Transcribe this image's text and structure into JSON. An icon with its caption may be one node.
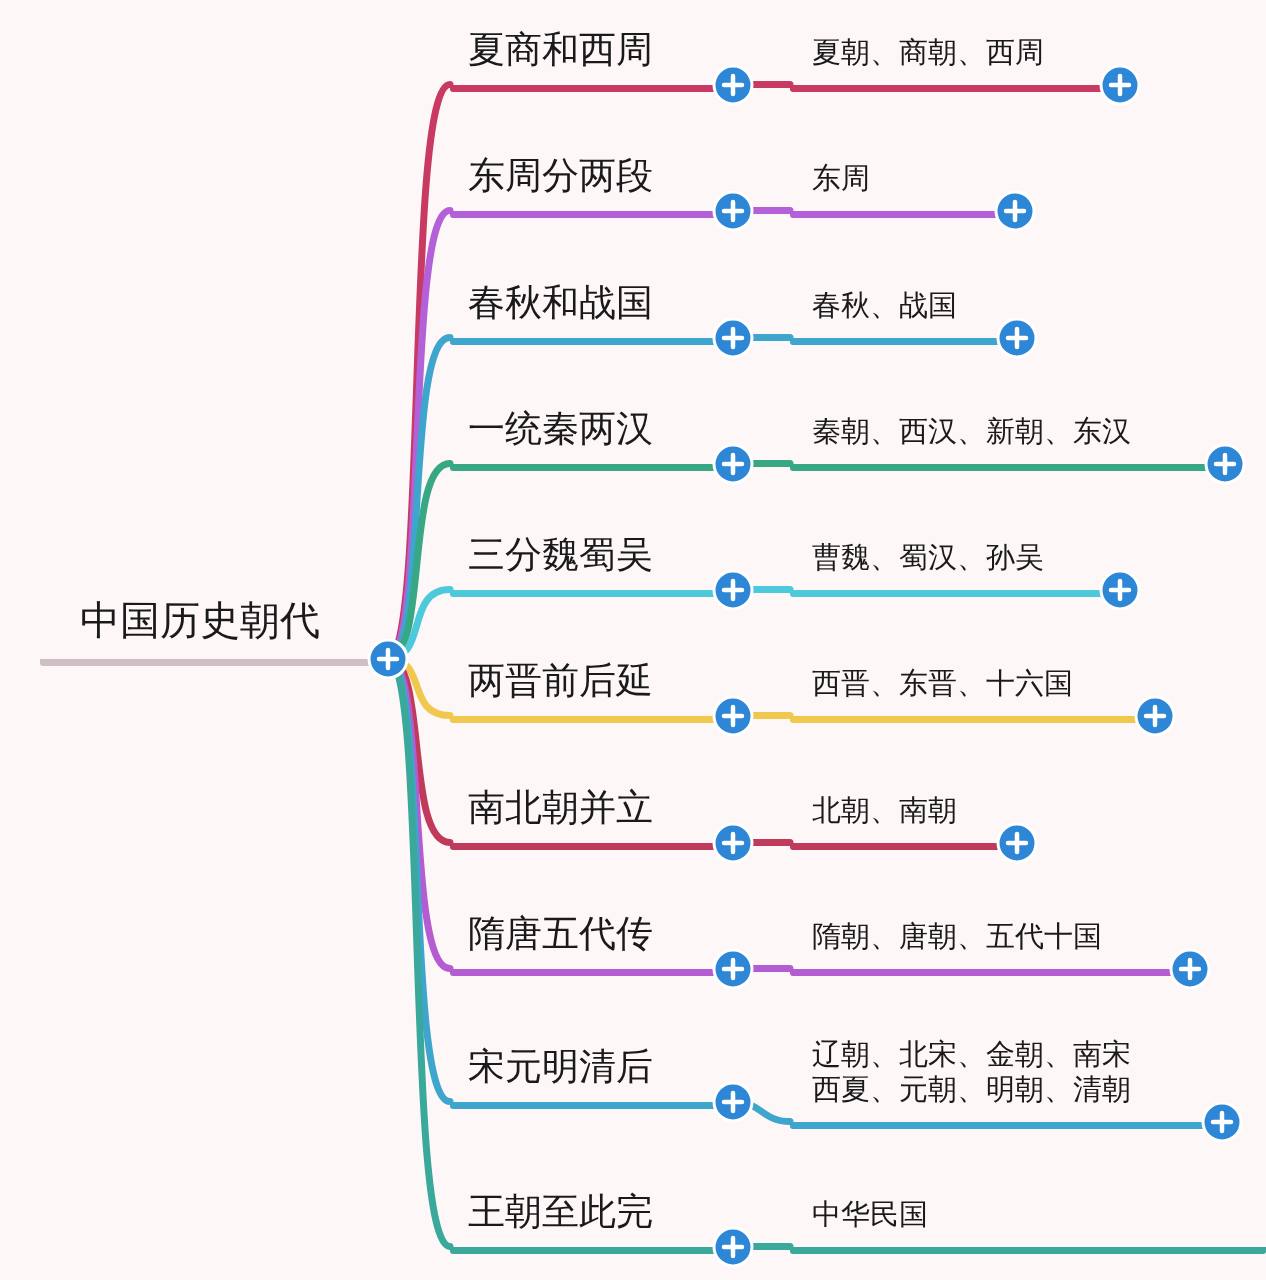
{
  "diagram": {
    "nodes": [
      {
        "text": [
          "中国历史朝代"
        ]
      },
      {
        "text": [
          "夏商和西周"
        ]
      },
      {
        "text": [
          "东周分两段"
        ]
      },
      {
        "text": [
          "春秋和战国"
        ]
      },
      {
        "text": [
          "一统秦两汉"
        ]
      },
      {
        "text": [
          "三分魏蜀吴"
        ]
      },
      {
        "text": [
          "两晋前后延"
        ]
      },
      {
        "text": [
          "南北朝并立"
        ]
      },
      {
        "text": [
          "隋唐五代传"
        ]
      },
      {
        "text": [
          "宋元明清后"
        ]
      },
      {
        "text": [
          "王朝至此完"
        ]
      },
      {
        "text": [
          "夏朝、商朝、西周"
        ]
      },
      {
        "text": [
          "东周"
        ]
      },
      {
        "text": [
          "春秋、战国"
        ]
      },
      {
        "text": [
          "秦朝、西汉、新朝、东汉"
        ]
      },
      {
        "text": [
          "曹魏、蜀汉、孙吴"
        ]
      },
      {
        "text": [
          "西晋、东晋、十六国"
        ]
      },
      {
        "text": [
          "北朝、南朝"
        ]
      },
      {
        "text": [
          "隋朝、唐朝、五代十国"
        ]
      },
      {
        "text": [
          "辽朝、北宋、金朝、南宋西夏、元朝、明朝、清朝"
        ]
      },
      {
        "text": [
          "中华民国"
        ]
      }
    ],
    "edges": [
      {
        "from": 0,
        "to": 1,
        "arrow": "none",
        "color": "#c83a62"
      },
      {
        "from": 0,
        "to": 2,
        "arrow": "none",
        "color": "#b460d8"
      },
      {
        "from": 0,
        "to": 3,
        "arrow": "none",
        "color": "#3ea6cc"
      },
      {
        "from": 0,
        "to": 4,
        "arrow": "none",
        "color": "#38a884"
      },
      {
        "from": 0,
        "to": 5,
        "arrow": "none",
        "color": "#4ccadc"
      },
      {
        "from": 0,
        "to": 6,
        "arrow": "none",
        "color": "#f0c84e"
      },
      {
        "from": 0,
        "to": 7,
        "arrow": "none",
        "color": "#c03a5c"
      },
      {
        "from": 0,
        "to": 8,
        "arrow": "none",
        "color": "#b45cd2"
      },
      {
        "from": 0,
        "to": 9,
        "arrow": "none",
        "color": "#3ea6cc"
      },
      {
        "from": 0,
        "to": 10,
        "arrow": "none",
        "color": "#3aa89a"
      },
      {
        "from": 1,
        "to": 11,
        "arrow": "none",
        "color": "#c83a62"
      },
      {
        "from": 2,
        "to": 12,
        "arrow": "none",
        "color": "#b460d8"
      },
      {
        "from": 3,
        "to": 13,
        "arrow": "none",
        "color": "#3ea6cc"
      },
      {
        "from": 4,
        "to": 14,
        "arrow": "none",
        "color": "#38a884"
      },
      {
        "from": 5,
        "to": 15,
        "arrow": "none",
        "color": "#4ccadc"
      },
      {
        "from": 6,
        "to": 16,
        "arrow": "none",
        "color": "#f0c84e"
      },
      {
        "from": 7,
        "to": 17,
        "arrow": "none",
        "color": "#c03a5c"
      },
      {
        "from": 8,
        "to": 18,
        "arrow": "none",
        "color": "#b45cd2"
      },
      {
        "from": 9,
        "to": 19,
        "arrow": "none",
        "color": "#3ea6cc"
      },
      {
        "from": 10,
        "to": 20,
        "arrow": "none",
        "color": "#3aa89a"
      }
    ]
  }
}
